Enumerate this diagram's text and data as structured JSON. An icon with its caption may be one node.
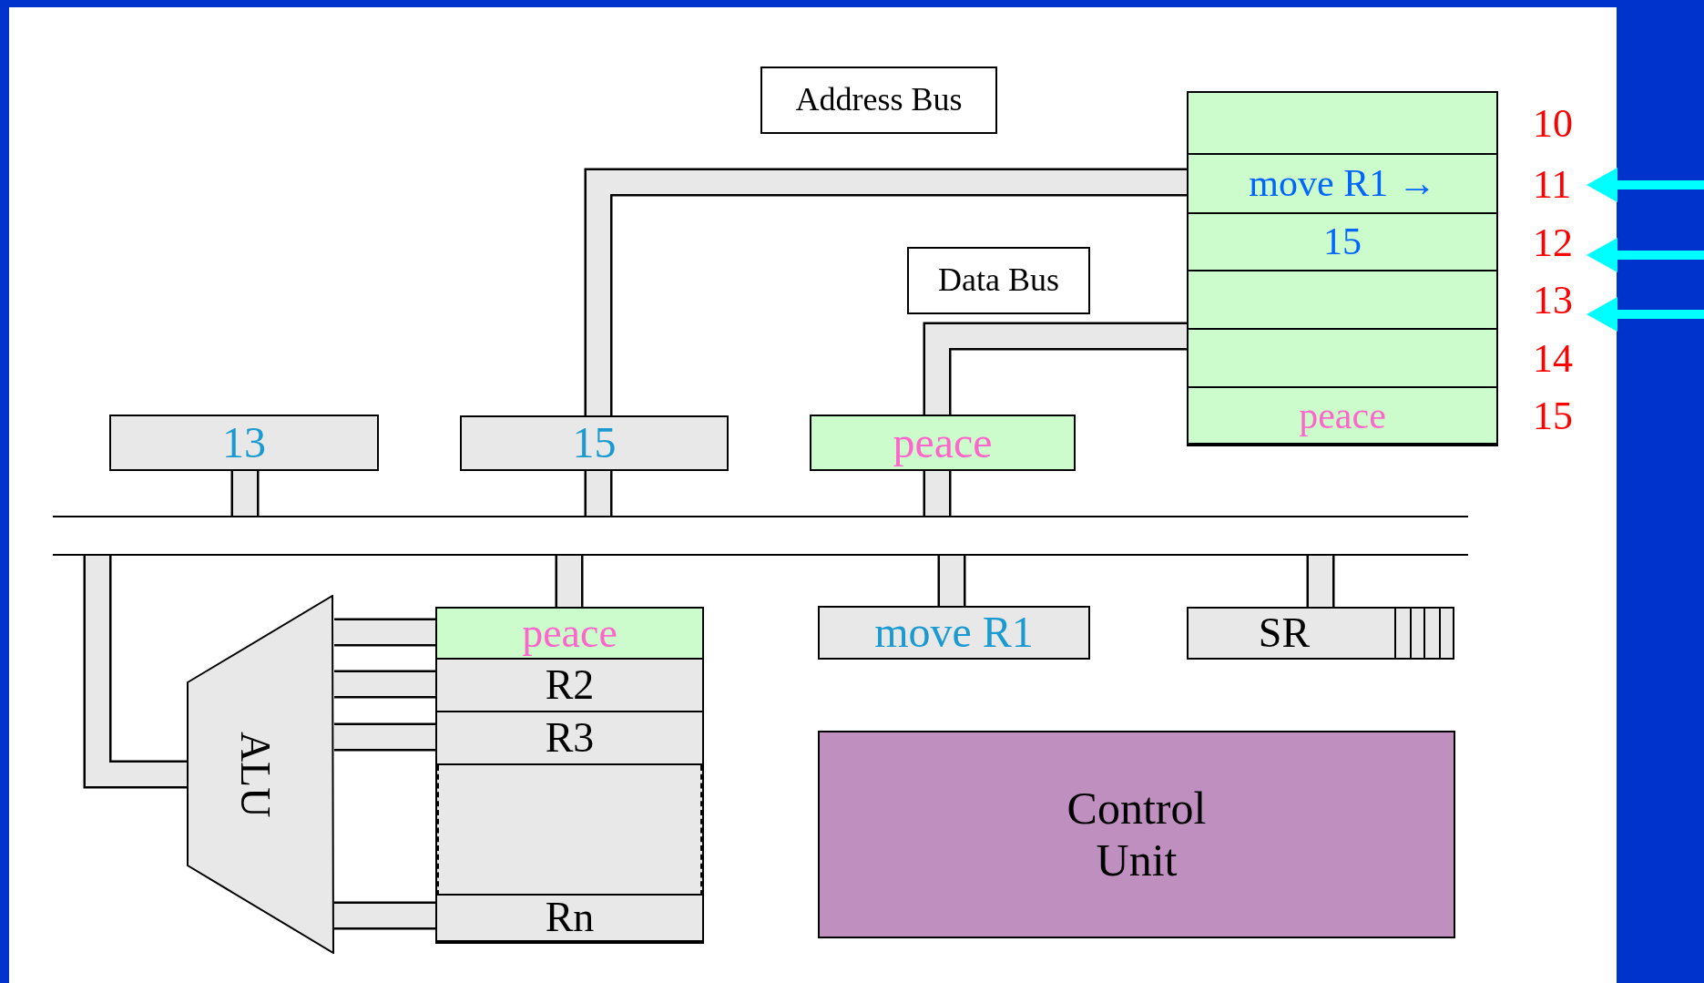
{
  "diagram": {
    "nodes": [
      {
        "text": [
          "Address Bus"
        ]
      },
      {
        "text": [],
        "shape": "box"
      },
      {
        "text": [],
        "shape": "box",
        "in": 1,
        "beside": [
          "10"
        ]
      },
      {
        "text": [
          "move R1 →"
        ],
        "in": 1,
        "beside": [
          "11"
        ]
      },
      {
        "text": [
          "15"
        ],
        "in": 1,
        "beside": [
          "12"
        ]
      },
      {
        "text": [],
        "shape": "box",
        "in": 1,
        "beside": [
          "13"
        ]
      },
      {
        "text": [],
        "shape": "box",
        "in": 1,
        "beside": [
          "14"
        ]
      },
      {
        "text": [
          "peace"
        ],
        "in": 1,
        "beside": [
          "15"
        ]
      },
      {
        "text": [
          "Data Bus"
        ]
      },
      {
        "text": [
          "13"
        ]
      },
      {
        "text": [
          "15"
        ]
      },
      {
        "text": [
          "peace"
        ]
      },
      {
        "text": [],
        "shape": "bar"
      },
      {
        "text": [
          "ALU"
        ]
      },
      {
        "text": [],
        "shape": "box"
      },
      {
        "text": [
          "peace"
        ],
        "in": 14
      },
      {
        "text": [
          "R2"
        ],
        "in": 14
      },
      {
        "text": [
          "R3"
        ],
        "in": 14
      },
      {
        "text": [],
        "shape": "box",
        "in": 14
      },
      {
        "text": [
          "Rn"
        ],
        "in": 14
      },
      {
        "text": [
          "move R1"
        ]
      },
      {
        "text": [
          "SR"
        ]
      },
      {
        "text": [
          "Control Unit"
        ]
      }
    ],
    "edges": [
      {
        "from": 10,
        "to": 3,
        "arrow": "none"
      },
      {
        "from": 11,
        "to": 6,
        "arrow": "none"
      },
      {
        "from": 9,
        "to": 12,
        "arrow": "none"
      },
      {
        "from": 10,
        "to": 12,
        "arrow": "none"
      },
      {
        "from": 11,
        "to": 12,
        "arrow": "none"
      },
      {
        "from": 12,
        "to": 13,
        "arrow": "none"
      },
      {
        "from": 12,
        "to": 15,
        "arrow": "none"
      },
      {
        "from": 12,
        "to": 20,
        "arrow": "none"
      },
      {
        "from": 12,
        "to": 21,
        "arrow": "none"
      },
      {
        "from": 13,
        "to": 15,
        "arrow": "none"
      },
      {
        "from": 13,
        "to": 16,
        "arrow": "none"
      },
      {
        "from": 13,
        "to": 17,
        "arrow": "none"
      },
      {
        "from": 13,
        "to": 19,
        "arrow": "none"
      }
    ]
  }
}
